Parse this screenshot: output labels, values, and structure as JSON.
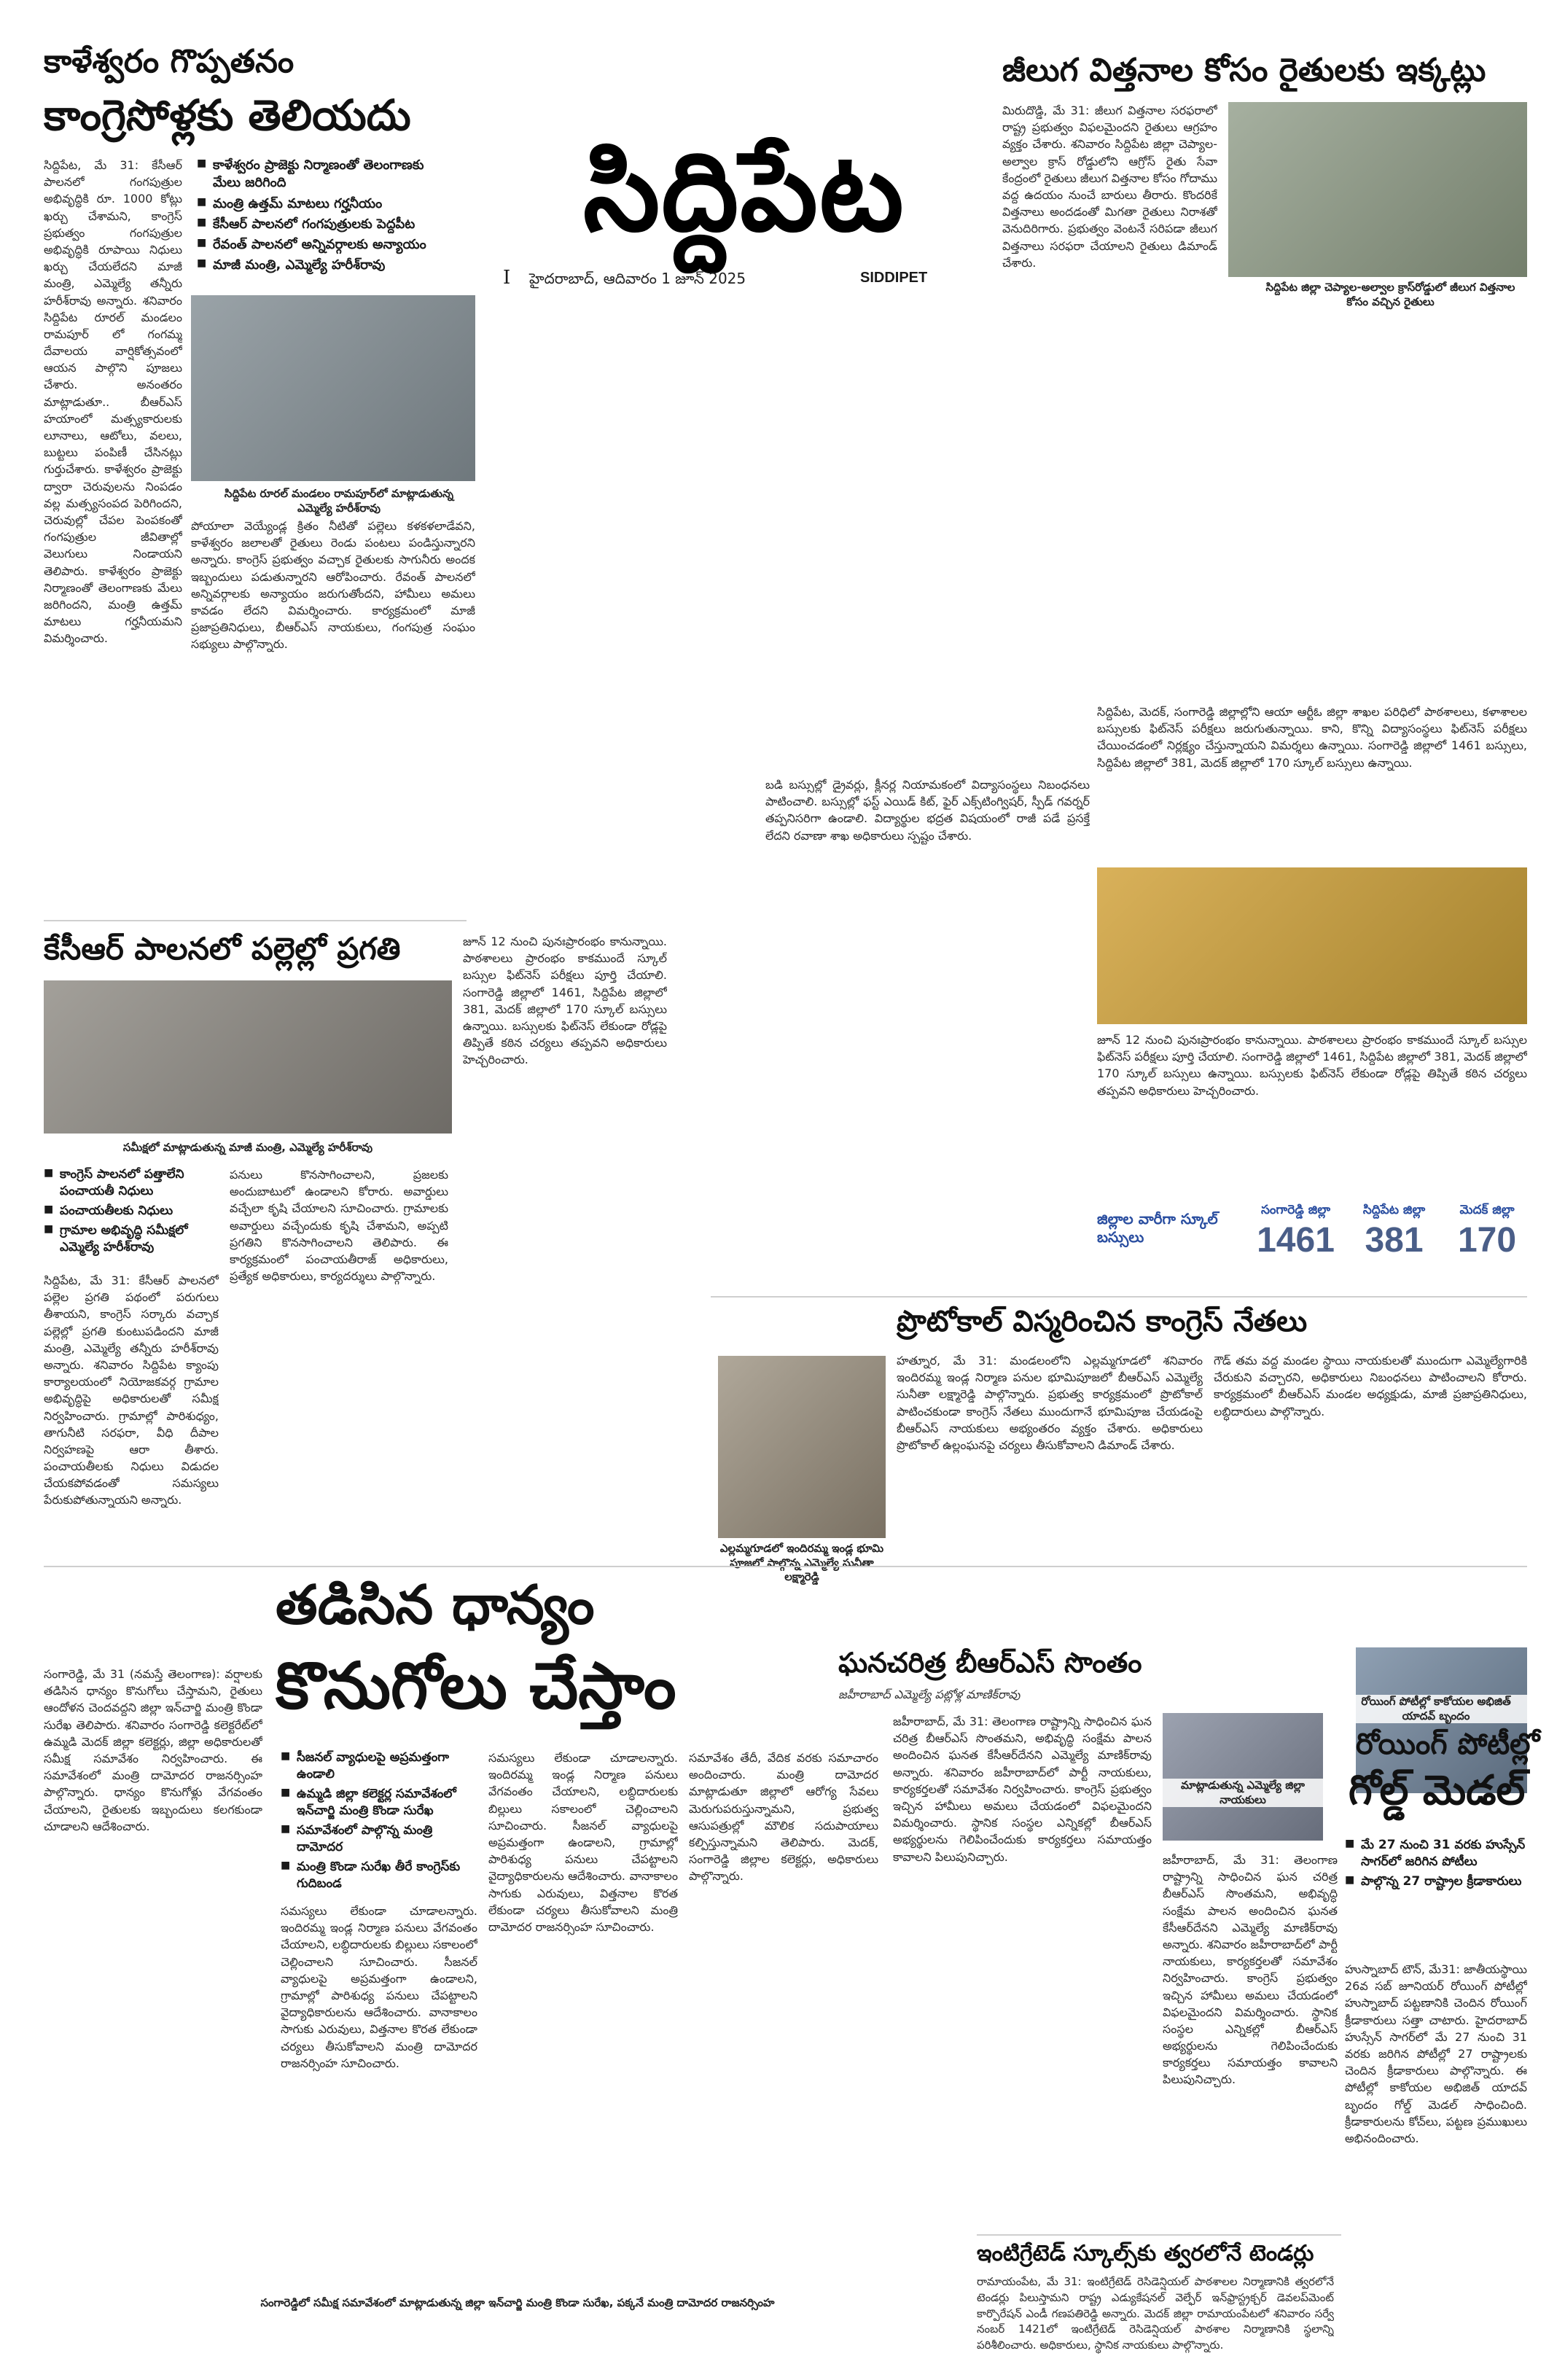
{
  "masthead": {
    "title": "సిద్దిపేట",
    "dateline": "హైదరాబాద్, ఆదివారం 1 జూన్ 2025",
    "edition_en": "SIDDIPET",
    "issue_mark": "I"
  },
  "story_kaleshwaram": {
    "kicker": "కాళేశ్వరం గొప్పతనం",
    "headline": "కాంగ్రెసోళ్లకు తెలియదు",
    "bullets": [
      "కాళేశ్వరం ప్రాజెక్టు నిర్మాణంతో తెలంగాణకు మేలు జరిగింది",
      "మంత్రి ఉత్తమ్ మాటలు గర్హనీయం",
      "కేసీఆర్ పాలనలో గంగపుత్రులకు పెద్దపీట",
      "రేవంత్ పాలనలో అన్నివర్గాలకు అన్యాయం",
      "మాజీ మంత్రి, ఎమ్మెల్యే హరీశ్‌రావు"
    ],
    "caption": "సిద్దిపేట రూరల్ మండలం రామపూర్‌లో మాట్లాడుతున్న ఎమ్మెల్యే హరీశ్‌రావు",
    "body_left": "సిద్దిపేట, మే 31: కేసీఆర్ పాలనలో గంగపుత్రుల అభివృద్ధికి రూ. 1000 కోట్లు ఖర్చు చేశామని, కాంగ్రెస్ ప్రభుత్వం గంగపుత్రుల అభివృద్ధికి రూపాయి నిధులు ఖర్చు చేయలేదని మాజీ మంత్రి, ఎమ్మెల్యే తన్నీరు హరీశ్‌రావు అన్నారు. శనివారం సిద్దిపేట రూరల్ మండలం రామపూర్ లో గంగమ్మ దేవాలయ వార్షికోత్సవంలో ఆయన పాల్గొని పూజలు చేశారు. అనంతరం మాట్లాడుతూ.. బీఆర్ఎస్ హయాంలో మత్స్యకారులకు లూనాలు, ఆటోలు, వలలు, బుట్టలు పంపిణీ చేసినట్లు గుర్తుచేశారు. కాళేశ్వరం ప్రాజెక్టు ద్వారా చెరువులను నింపడం వల్ల మత్స్యసంపద పెరిగిందని, చెరువుల్లో చేపల పెంపకంతో గంగపుత్రుల జీవితాల్లో వెలుగులు నిండాయని తెలిపారు. కాళేశ్వరం ప్రాజెక్టు నిర్మాణంతో తెలంగాణకు మేలు జరిగిందని, మంత్రి ఉత్తమ్ మాటలు గర్హనీయమని విమర్శించారు.",
    "body_mid": "పోయాలా వెయ్యేండ్ల క్రితం నీటితో పల్లెలు కళకళలాడేవని, కాళేశ్వరం జలాలతో రైతులు రెండు పంటలు పండిస్తున్నారని అన్నారు. కాంగ్రెస్ ప్రభుత్వం వచ్చాక రైతులకు సాగునీరు అందక ఇబ్బందులు పడుతున్నారని ఆరోపించారు. రేవంత్ పాలనలో అన్నివర్గాలకు అన్యాయం జరుగుతోందని, హామీలు అమలు కావడం లేదని విమర్శించారు. కార్యక్రమంలో మాజీ ప్రజాప్రతినిధులు, బీఆర్ఎస్ నాయకులు, గంగపుత్ర సంఘం సభ్యులు పాల్గొన్నారు."
  },
  "story_seeds": {
    "headline": "జీలుగ విత్తనాల కోసం రైతులకు ఇక్కట్లు",
    "body": "మిరుదొడ్డి, మే 31: జీలుగ విత్తనాల సరఫరాలో రాష్ట్ర ప్రభుత్వం విఫలమైందని రైతులు ఆగ్రహం వ్యక్తం చేశారు. శనివారం సిద్దిపేట జిల్లా చెప్యాల-అల్వాల క్రాస్ రోడ్డులోని ఆగ్రోస్ రైతు సేవా కేంద్రంలో రైతులు జీలుగ విత్తనాల కోసం గోదాము వద్ద ఉదయం నుంచే బారులు తీరారు. కొందరికే విత్తనాలు అందడంతో మిగతా రైతులు నిరాశతో వెనుదిరిగారు. ప్రభుత్వం వెంటనే సరిపడా జీలుగ విత్తనాలు సరఫరా చేయాలని రైతులు డిమాండ్ చేశారు.",
    "caption": "సిద్దిపేట జిల్లా చెప్యాల-అల్వాల క్రాస్‌రోడ్డులో జీలుగ విత్తనాల కోసం వచ్చిన రైతులు"
  },
  "story_buses": {
    "lead": "సిద్దిపేట, మెదక్, సంగారెడ్డి జిల్లాల్లోని ఆయా ఆర్టీఓ జిల్లా శాఖల పరిధిలో పాఠశాలలు, కళాశాలల బస్సులకు ఫిట్‌నెస్ పరీక్షలు జరుగుతున్నాయి. కాని, కొన్ని విద్యాసంస్థలు ఫిట్‌నెస్ పరీక్షలు చేయించడంలో నిర్లక్ష్యం చేస్తున్నాయని విమర్శలు ఉన్నాయి. సంగారెడ్డి జిల్లాలో 1461 బస్సులు, సిద్దిపేట జిల్లాలో 381, మెదక్ జిల్లాలో 170 స్కూల్ బస్సులు ఉన్నాయి.",
    "body_a": "జూన్ 12 నుంచి పునఃప్రారంభం కానున్నాయి. పాఠశాలలు ప్రారంభం కాకముందే స్కూల్ బస్సుల ఫిట్‌నెస్ పరీక్షలు పూర్తి చేయాలి. సంగారెడ్డి జిల్లాలో 1461, సిద్దిపేట జిల్లాలో 381, మెదక్ జిల్లాలో 170 స్కూల్ బస్సులు ఉన్నాయి. బస్సులకు ఫిట్‌నెస్ లేకుండా రోడ్లపై తిప్పితే కఠిన చర్యలు తప్పవని అధికారులు హెచ్చరించారు.",
    "body_b": "బడి బస్సుల్లో డ్రైవర్లు, క్లీనర్ల నియామకంలో విద్యాసంస్థలు నిబంధనలు పాటించాలి. బస్సుల్లో ఫస్ట్ ఎయిడ్ కిట్, ఫైర్ ఎక్స్‌టింగ్విషర్, స్పీడ్ గవర్నర్ తప్పనిసరిగా ఉండాలి. విద్యార్థుల భద్రత విషయంలో రాజీ పడే ప్రసక్తే లేదని రవాణా శాఖ అధికారులు స్పష్టం చేశారు.",
    "stat_title": "జిల్లాల వారీగా స్కూల్ బస్సులు",
    "stats": [
      {
        "label": "సంగారెడ్డి జిల్లా",
        "value": "1461"
      },
      {
        "label": "సిద్దిపేట జిల్లా",
        "value": "381"
      },
      {
        "label": "మెదక్ జిల్లా",
        "value": "170"
      }
    ]
  },
  "story_villages": {
    "headline": "కేసీఆర్ పాలనలో పల్లెల్లో ప్రగతి",
    "caption": "సమీక్షలో మాట్లాడుతున్న మాజీ మంత్రి, ఎమ్మెల్యే హరీశ్‌రావు",
    "bullets": [
      "కాంగ్రెస్ పాలనలో పత్తాలేని పంచాయతీ నిధులు",
      "పంచాయతీలకు నిధులు",
      "గ్రామాల అభివృద్ధి సమీక్షలో ఎమ్మెల్యే హరీశ్‌రావు"
    ],
    "body": "సిద్దిపేట, మే 31: కేసీఆర్ పాలనలో పల్లెల ప్రగతి పథంలో పరుగులు తీశాయని, కాంగ్రెస్ సర్కారు వచ్చాక పల్లెల్లో ప్రగతి కుంటుపడిందని మాజీ మంత్రి, ఎమ్మెల్యే తన్నీరు హరీశ్‌రావు అన్నారు. శనివారం సిద్దిపేట క్యాంపు కార్యాలయంలో నియోజకవర్గ గ్రామాల అభివృద్ధిపై అధికారులతో సమీక్ష నిర్వహించారు. గ్రామాల్లో పారిశుధ్యం, తాగునీటి సరఫరా, వీధి దీపాల నిర్వహణపై ఆరా తీశారు. పంచాయతీలకు నిధులు విడుదల చేయకపోవడంతో సమస్యలు పేరుకుపోతున్నాయని అన్నారు.",
    "body2": "పనులు కొనసాగించాలని, ప్రజలకు అందుబాటులో ఉండాలని కోరారు. అవార్డులు వచ్చేలా కృషి చేయాలని సూచించారు. గ్రామాలకు అవార్డులు వచ్చేందుకు కృషి చేశామని, అప్పటి ప్రగతిని కొనసాగించాలని తెలిపారు. ఈ కార్యక్రమంలో పంచాయతీరాజ్ అధికారులు, ప్రత్యేక అధికారులు, కార్యదర్శులు పాల్గొన్నారు."
  },
  "story_protocol": {
    "headline": "ప్రొటోకాల్ విస్మరించిన కాంగ్రెస్ నేతలు",
    "caption": "ఎల్లమ్మగూడలో ఇందిరమ్మ ఇండ్ల భూమి పూజలో పాల్గొన్న ఎమ్మెల్యే సునీతా లక్ష్మారెడ్డి",
    "body": "హత్నూర, మే 31: మండలంలోని ఎల్లమ్మగూడలో శనివారం ఇందిరమ్మ ఇండ్ల నిర్మాణ పనుల భూమిపూజలో బీఆర్ఎస్ ఎమ్మెల్యే సునీతా లక్ష్మారెడ్డి పాల్గొన్నారు. ప్రభుత్వ కార్యక్రమంలో ప్రొటోకాల్ పాటించకుండా కాంగ్రెస్ నేతలు ముందుగానే భూమిపూజ చేయడంపై బీఆర్ఎస్ నాయకులు అభ్యంతరం వ్యక్తం చేశారు. అధికారులు ప్రొటోకాల్ ఉల్లంఘనపై చర్యలు తీసుకోవాలని డిమాండ్ చేశారు.",
    "body2": "గౌడ్ తమ వద్ద మండల స్థాయి నాయకులతో ముందుగా ఎమ్మెల్యేగారికి చేరుకుని వచ్చారని, అధికారులు నిబంధనలు పాటించాలని కోరారు. కార్యక్రమంలో బీఆర్ఎస్ మండల అధ్యక్షుడు, మాజీ ప్రజాప్రతినిధులు, లబ్ధిదారులు పాల్గొన్నారు."
  },
  "story_grain": {
    "headline1": "తడిసిన ధాన్యం",
    "headline2": "కొనుగోలు చేస్తాం",
    "bullets": [
      "సీజనల్ వ్యాధులపై అప్రమత్తంగా ఉండాలి",
      "ఉమ్మడి జిల్లా కలెక్టర్ల సమావేశంలో ఇన్‌చార్జి మంత్రి కొండా సురేఖ",
      "సమావేశంలో పాల్గొన్న మంత్రి దామోదర",
      "మంత్రి కొండా సురేఖ తీరే కాంగ్రెస్‌కు గుదిబండ"
    ],
    "body": "సంగారెడ్డి, మే 31 (నమస్తే తెలంగాణ): వర్షాలకు తడిసిన ధాన్యం కొనుగోలు చేస్తామని, రైతులు ఆందోళన చెందవద్దని జిల్లా ఇన్‌చార్జి మంత్రి కొండా సురేఖ తెలిపారు. శనివారం సంగారెడ్డి కలెక్టరేట్‌లో ఉమ్మడి మెదక్ జిల్లా కలెక్టర్లు, జిల్లా అధికారులతో సమీక్ష సమావేశం నిర్వహించారు. ఈ సమావేశంలో మంత్రి దామోదర రాజనర్సింహ పాల్గొన్నారు. ధాన్యం కొనుగోళ్లు వేగవంతం చేయాలని, రైతులకు ఇబ్బందులు కలగకుండా చూడాలని ఆదేశించారు.",
    "body2": "సమస్యలు లేకుండా చూడాలన్నారు. ఇందిరమ్మ ఇండ్ల నిర్మాణ పనులు వేగవంతం చేయాలని, లబ్ధిదారులకు బిల్లులు సకాలంలో చెల్లించాలని సూచించారు. సీజనల్ వ్యాధులపై అప్రమత్తంగా ఉండాలని, గ్రామాల్లో పారిశుధ్య పనులు చేపట్టాలని వైద్యాధికారులను ఆదేశించారు. వానాకాలం సాగుకు ఎరువులు, విత్తనాల కొరత లేకుండా చర్యలు తీసుకోవాలని మంత్రి దామోదర రాజనర్సింహ సూచించారు.",
    "body3": "సమావేశం తేదీ, వేదిక వరకు సమాచారం అందించారు. మంత్రి దామోదర మాట్లాడుతూ జిల్లాలో ఆరోగ్య సేవలు మెరుగుపరుస్తున్నామని, ప్రభుత్వ ఆసుపత్రుల్లో మౌలిక సదుపాయాలు కల్పిస్తున్నామని తెలిపారు. మెదక్, సంగారెడ్డి జిల్లాల కలెక్టర్లు, అధికారులు పాల్గొన్నారు.",
    "caption": "సంగారెడ్డిలో సమీక్ష సమావేశంలో మాట్లాడుతున్న జిల్లా ఇన్‌చార్జి మంత్రి కొండా సురేఖ, పక్కనే మంత్రి దామోదర రాజనర్సింహ"
  },
  "story_brs": {
    "headline": "ఘనచరిత్ర బీఆర్ఎస్ సొంతం",
    "kicker": "జహీరాబాద్ ఎమ్మెల్యే పట్లోళ్ల మాణిక్‌రావు",
    "caption": "మాట్లాడుతున్న ఎమ్మెల్యే జిల్లా నాయకులు",
    "body": "జహీరాబాద్, మే 31: తెలంగాణ రాష్ట్రాన్ని సాధించిన ఘన చరిత్ర బీఆర్ఎస్ సొంతమని, అభివృద్ధి సంక్షేమ పాలన అందించిన ఘనత కేసీఆర్‌దేనని ఎమ్మెల్యే మాణిక్‌రావు అన్నారు. శనివారం జహీరాబాద్‌లో పార్టీ నాయకులు, కార్యకర్తలతో సమావేశం నిర్వహించారు. కాంగ్రెస్ ప్రభుత్వం ఇచ్చిన హామీలు అమలు చేయడంలో విఫలమైందని విమర్శించారు. స్థానిక సంస్థల ఎన్నికల్లో బీఆర్ఎస్ అభ్యర్థులను గెలిపించేందుకు కార్యకర్తలు సమాయత్తం కావాలని పిలుపునిచ్చారు."
  },
  "story_rowing": {
    "kicker": "రోయింగ్ పోటీల్లో కాకోయల అభిజిత్ యాదవ్ బృందం",
    "headline1": "రోయింగ్ పోటీల్లో",
    "headline2": "గోల్డ్ మెడల్",
    "bullets": [
      "మే 27 నుంచి 31 వరకు హుస్సేన్ సాగర్‌లో జరిగిన పోటీలు",
      "పాల్గొన్న 27 రాష్ట్రాల క్రీడాకారులు"
    ],
    "body": "హుస్నాబాద్ టౌన్, మే31: జాతీయస్థాయి 26వ సబ్ జూనియర్ రోయింగ్ పోటీల్లో హుస్నాబాద్ పట్టణానికి చెందిన రోయింగ్ క్రీడాకారులు సత్తా చాటారు. హైదరాబాద్ హుస్సేన్ సాగర్‌లో మే 27 నుంచి 31 వరకు జరిగిన పోటీల్లో 27 రాష్ట్రాలకు చెందిన క్రీడాకారులు పాల్గొన్నారు. ఈ పోటీల్లో కాకోయల అభిజిత్ యాదవ్ బృందం గోల్డ్ మెడల్ సాధించింది. క్రీడాకారులను కోచ్‌లు, పట్టణ ప్రముఖులు అభినందించారు."
  },
  "story_schools": {
    "headline": "ఇంటిగ్రేటెడ్ స్కూల్స్‌కు త్వరలోనే టెండర్లు",
    "body": "రామాయంపేట, మే 31: ఇంటిగ్రేటెడ్ రెసిడెన్షియల్ పాఠశాలల నిర్మాణానికి త్వరలోనే టెండర్లు పిలుస్తామని రాష్ట్ర ఎడ్యుకేషనల్ వెల్ఫేర్ ఇన్‌ఫ్రాస్ట్రక్చర్ డెవలప్‌మెంట్ కార్పొరేషన్ ఎండీ గణపతిరెడ్డి అన్నారు. మెదక్ జిల్లా రామాయంపేటలో శనివారం సర్వే నంబర్ 1421లో ఇంటిగ్రేటెడ్ రెసిడెన్షియల్ పాఠశాల నిర్మాణానికి స్థలాన్ని పరిశీలించారు. అధికారులు, స్థానిక నాయకులు పాల్గొన్నారు."
  }
}
